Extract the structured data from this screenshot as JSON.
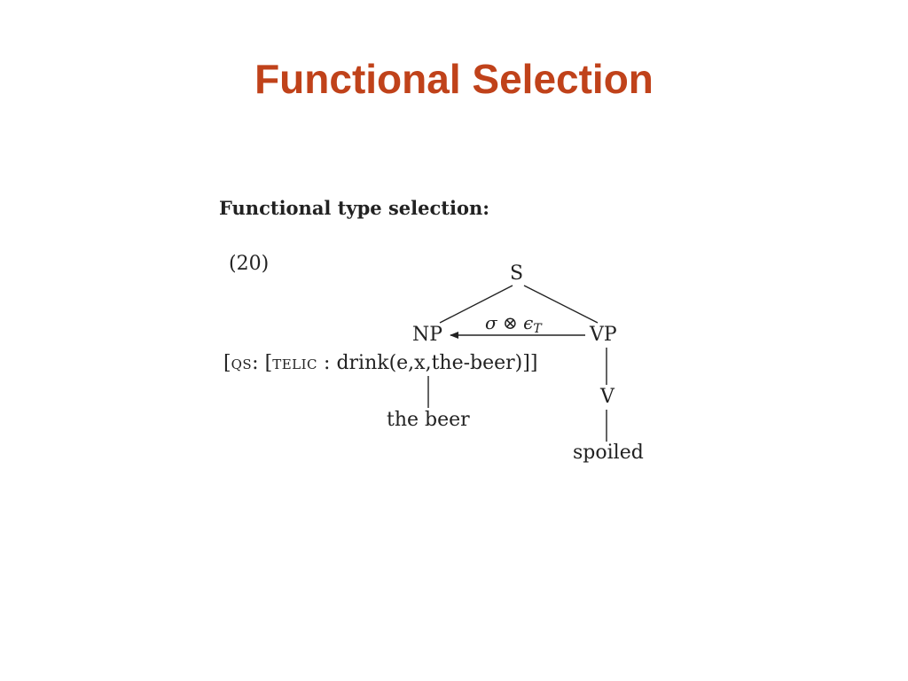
{
  "slide": {
    "title": "Functional Selection"
  },
  "figure": {
    "heading": "Functional type selection:",
    "example_number": "(20)",
    "tree": {
      "root": "S",
      "np": "NP",
      "vp": "VP",
      "v": "V",
      "np_word": "the beer",
      "v_word": "spoiled",
      "arrow_label": {
        "sigma": "σ",
        "otimes": "⊗",
        "epsilon": "ϵ",
        "subscript": "T"
      },
      "qualia": {
        "open": "[",
        "qs": "QS",
        "colon1": ":",
        "open2": "[",
        "telic": "TELIC",
        "colon2": ":",
        "value": "drink(e,x,the-beer)]]"
      }
    }
  },
  "colors": {
    "title": "#c0421a",
    "text": "#222222"
  }
}
